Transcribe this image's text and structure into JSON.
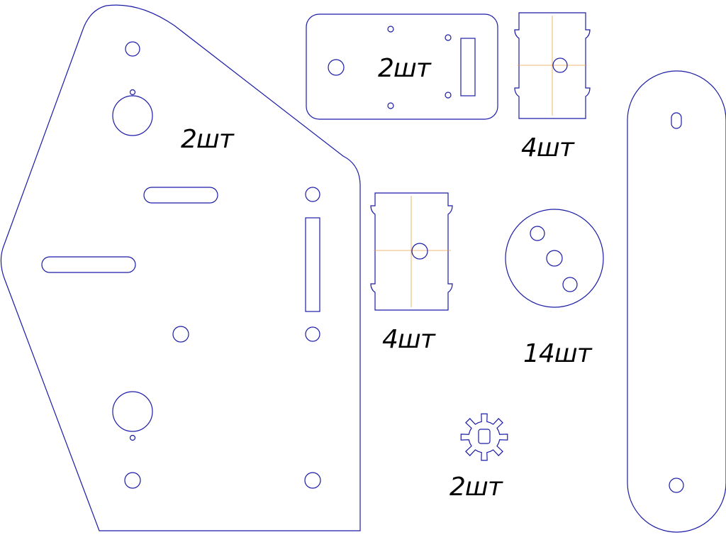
{
  "colors": {
    "outline": "#1b1ba8",
    "center_line": "#e8a14a",
    "background": "#ffffff",
    "label": "#000000"
  },
  "parts": {
    "side_plate": {
      "quantity_label": "2шт"
    },
    "rect_plate": {
      "quantity_label": "2шт"
    },
    "bracket_top": {
      "quantity_label": "4шт"
    },
    "bracket_middle": {
      "quantity_label": "4шт"
    },
    "round_disc": {
      "quantity_label": "14шт"
    },
    "gear": {
      "quantity_label": "2шт"
    },
    "long_link": {
      "quantity_label": ""
    }
  }
}
